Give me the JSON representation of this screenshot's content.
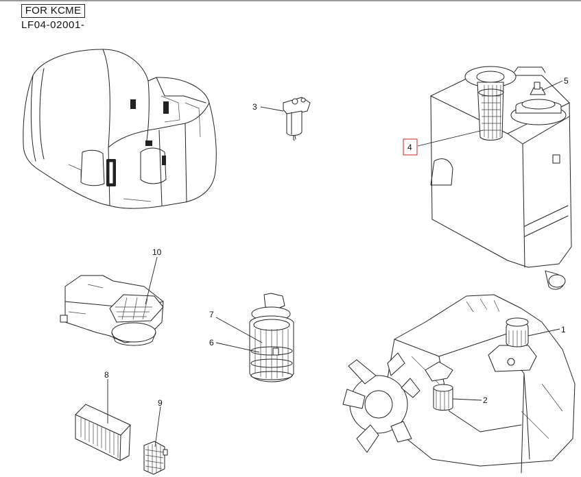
{
  "header": {
    "model_tag": "FOR KCME",
    "part_code": "LF04-02001-"
  },
  "callouts": {
    "c1": "1",
    "c2": "2",
    "c3": "3",
    "c4": "4",
    "c5": "5",
    "c6": "6",
    "c7": "7",
    "c8": "8",
    "c9": "9",
    "c10": "10"
  },
  "highlight_color": "#cc2222"
}
